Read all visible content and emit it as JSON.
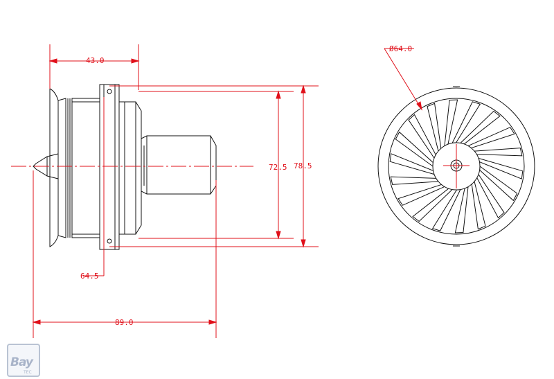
{
  "dimensions": {
    "length_top": "43.0",
    "length_total": "89.0",
    "diameter_inner": "72.5",
    "diameter_outer": "78.5",
    "flange_offset": "64.5",
    "fan_diameter": "Ø64.0"
  },
  "logo": {
    "word": "Bay",
    "sub": "TEC"
  },
  "colors": {
    "dimension": "#e0101a",
    "outline": "#111111",
    "logo": "#a9b4c9"
  }
}
